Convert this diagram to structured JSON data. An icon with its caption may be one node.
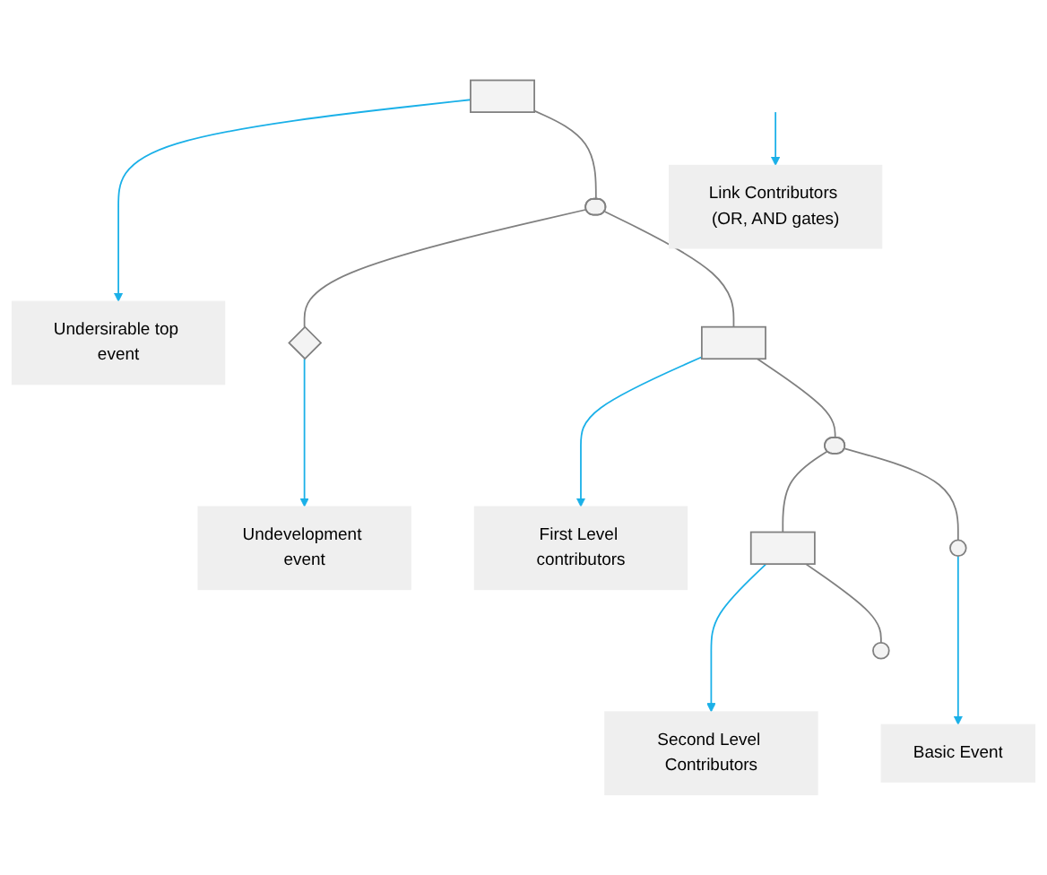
{
  "diagram": {
    "nodes": [
      {
        "text": [],
        "shape": "box"
      },
      {
        "text": [
          "Undersirable top event"
        ]
      },
      {
        "text": [],
        "shape": "gate"
      },
      {
        "text": [
          "Link Contributors (OR, AND gates)"
        ]
      },
      {
        "text": [],
        "shape": "diamond"
      },
      {
        "text": [],
        "shape": "box"
      },
      {
        "text": [
          "First Level contributors"
        ]
      },
      {
        "text": [
          "Undevelopment event"
        ]
      },
      {
        "text": [],
        "shape": "gate"
      },
      {
        "text": [],
        "shape": "box"
      },
      {
        "text": [],
        "shape": "circle"
      },
      {
        "text": [
          "Basic Event"
        ]
      },
      {
        "text": [
          "Second Level Contributors"
        ]
      },
      {
        "text": [],
        "shape": "circle"
      }
    ],
    "edges": [
      {
        "from": 0,
        "to": 1,
        "arrow": "to",
        "color": "#1ab0e8"
      },
      {
        "from": 0,
        "to": 2,
        "arrow": "none"
      },
      {
        "from": null,
        "to": 3,
        "arrow": "to",
        "color": "#1ab0e8"
      },
      {
        "from": 2,
        "to": 4,
        "arrow": "none"
      },
      {
        "from": 2,
        "to": 5,
        "arrow": "none"
      },
      {
        "from": 5,
        "to": 6,
        "arrow": "to",
        "color": "#1ab0e8"
      },
      {
        "from": 4,
        "to": 7,
        "arrow": "to",
        "color": "#1ab0e8"
      },
      {
        "from": 5,
        "to": 8,
        "arrow": "none"
      },
      {
        "from": 8,
        "to": 9,
        "arrow": "none"
      },
      {
        "from": 8,
        "to": 10,
        "arrow": "none"
      },
      {
        "from": 10,
        "to": 11,
        "arrow": "to",
        "color": "#1ab0e8"
      },
      {
        "from": 9,
        "to": 12,
        "arrow": "to",
        "color": "#1ab0e8"
      },
      {
        "from": 9,
        "to": 13,
        "arrow": "none"
      }
    ]
  }
}
